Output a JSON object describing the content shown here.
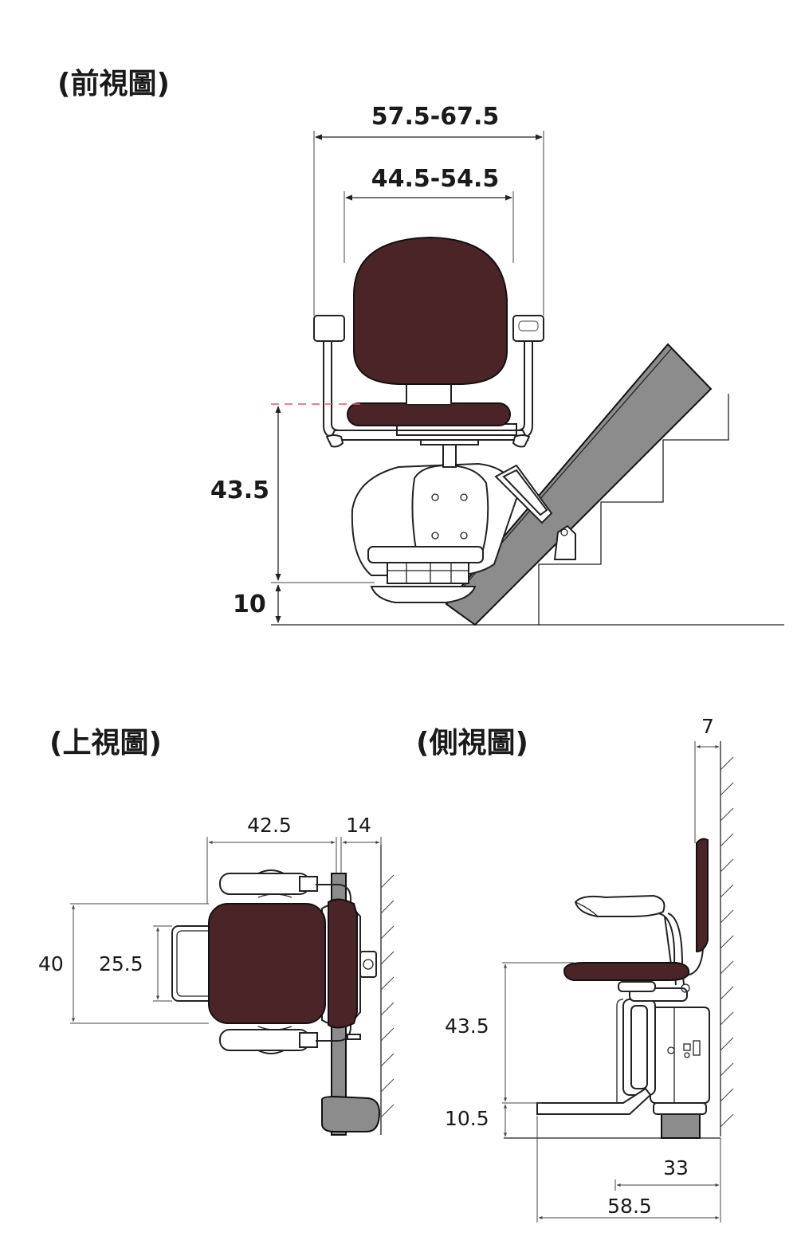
{
  "colors": {
    "upholstery": "#4a2426",
    "rail": "#8c8c8c",
    "guide": "#e05a5a"
  },
  "views": {
    "front": {
      "title": "(前視圖)",
      "dims": {
        "overall_width": "57.5-67.5",
        "seat_width": "44.5-54.5",
        "seat_height": "43.5",
        "base_height": "10"
      }
    },
    "top": {
      "title": "(上視圖)",
      "dims": {
        "seat_depth": "42.5",
        "rail_offset": "14",
        "overall_depth": "40",
        "footrest_depth": "25.5"
      }
    },
    "side": {
      "title": "(側視圖)",
      "dims": {
        "wall_gap": "7",
        "seat_height": "43.5",
        "footrest_height": "10.5",
        "folded_depth": "33",
        "overall_depth": "58.5"
      }
    }
  }
}
